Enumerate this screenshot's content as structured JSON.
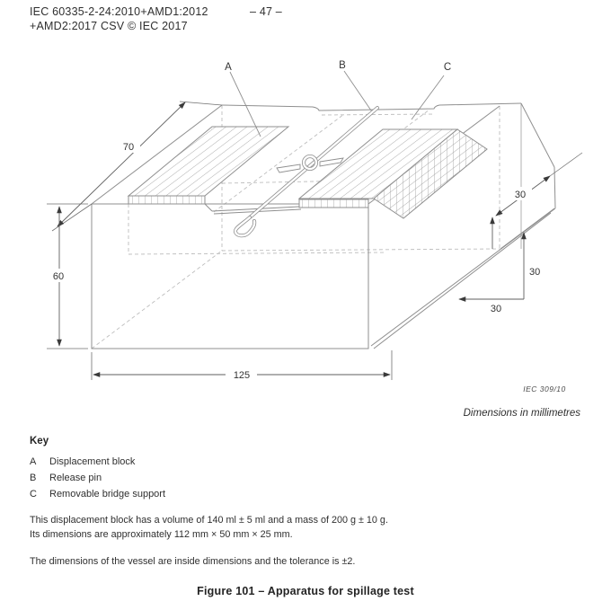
{
  "header": {
    "doc_id_line1": "IEC 60335-2-24:2010+AMD1:2012",
    "page_number": "– 47 –",
    "doc_id_line2": "+AMD2:2017 CSV © IEC 2017"
  },
  "figure": {
    "credit": "IEC  309/10",
    "units_note": "Dimensions in millimetres",
    "label_a": "A",
    "label_b": "B",
    "label_c": "C",
    "dim_depth": "70",
    "dim_height": "60",
    "dim_width": "125",
    "dim_spout_mouth": "30",
    "dim_spout_height": "30",
    "dim_spout_length": "30"
  },
  "key": {
    "title": "Key",
    "items": [
      {
        "letter": "A",
        "label": "Displacement block"
      },
      {
        "letter": "B",
        "label": "Release pin"
      },
      {
        "letter": "C",
        "label": "Removable bridge support"
      }
    ]
  },
  "notes": {
    "para1_line1": "This displacement block has a volume of 140 ml ± 5 ml and a mass of 200 g ± 10 g.",
    "para1_line2": "Its dimensions are approximately 112 mm × 50 mm × 25 mm.",
    "para2": "The dimensions of the vessel are inside dimensions and the tolerance is ±2."
  },
  "caption": "Figure 101 – Apparatus for spillage test"
}
